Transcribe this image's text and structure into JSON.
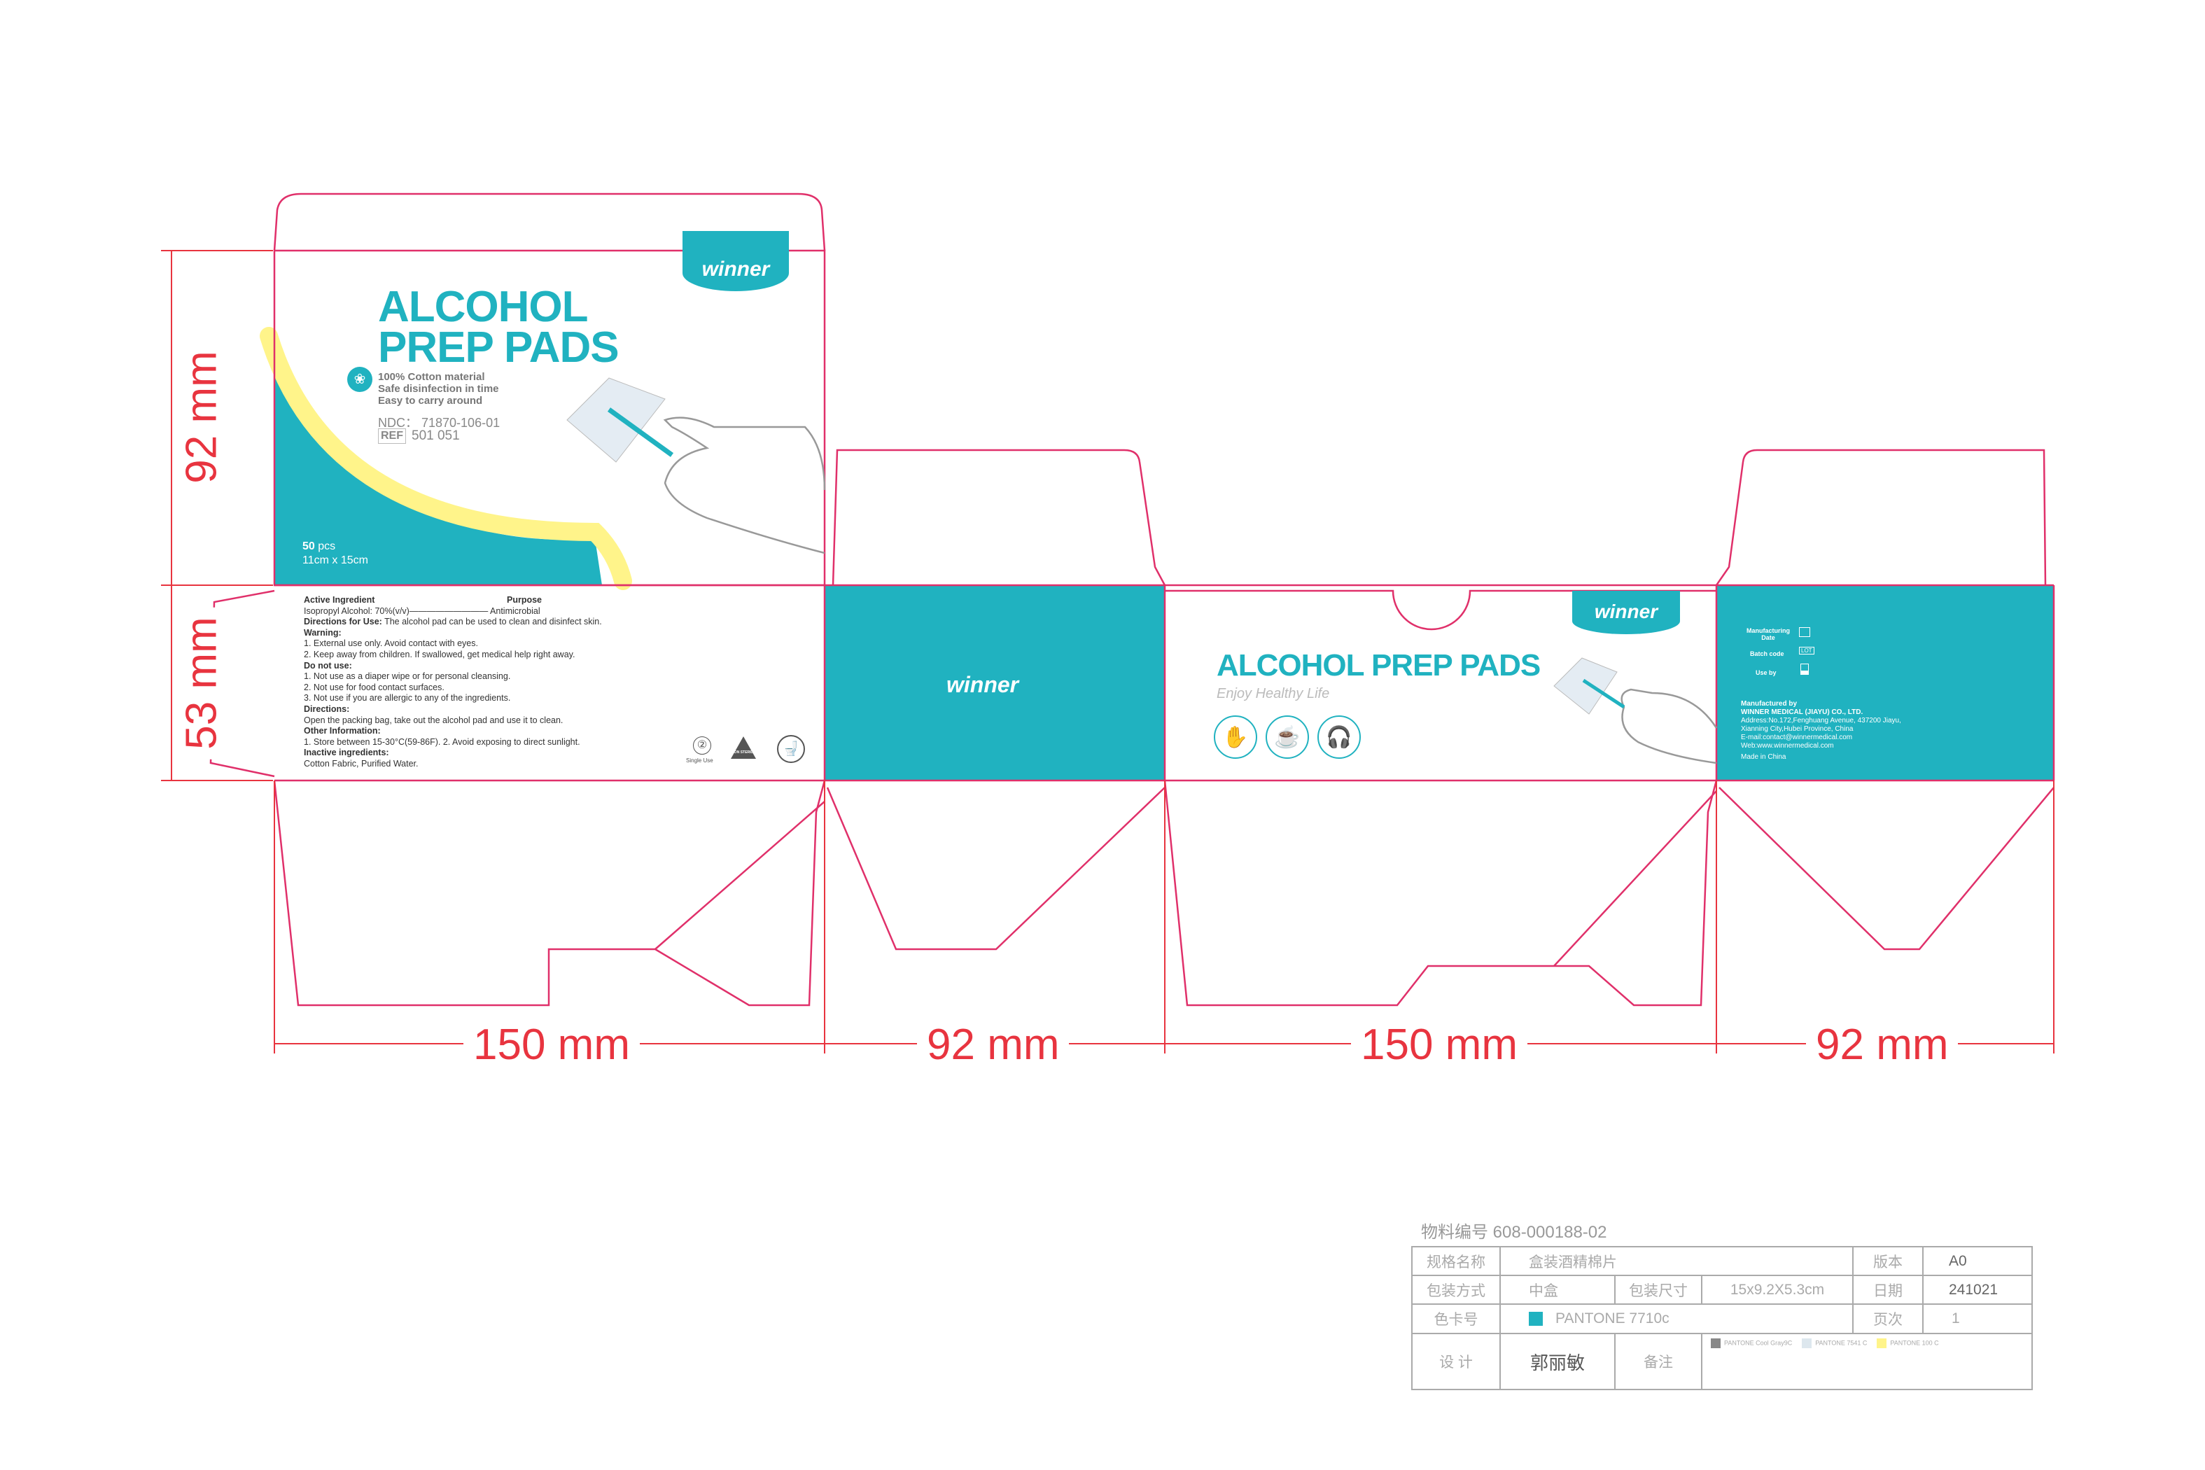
{
  "colors": {
    "teal": "#20b2c0",
    "yellow": "#fff48a",
    "dieline": "#e0306a",
    "dimension": "#e8343f"
  },
  "brand": "winner",
  "front": {
    "title_line1": "ALCOHOL",
    "title_line2": "PREP PADS",
    "features": [
      "100% Cotton material",
      "Safe disinfection in time",
      "Easy to carry around"
    ],
    "ndc": "NDC：  71870-106-01",
    "ref_label": "REF",
    "ref_value": "501 051",
    "count": "50",
    "count_unit": "pcs",
    "size": "11cm x 15cm"
  },
  "back": {
    "active_ingredient_label": "Active Ingredient",
    "purpose_label": "Purpose",
    "ingredient_line": "Isopropyl Alcohol: 70%(v/v)————————— Antimicrobial",
    "directions_for_use_label": "Directions for Use:",
    "directions_for_use": " The alcohol pad can be used to clean and disinfect skin.",
    "warning_label": "Warning:",
    "warnings": [
      "1. External use only. Avoid contact with eyes.",
      "2. Keep away from children. If swallowed, get medical help right away."
    ],
    "do_not_use_label": "Do not use:",
    "do_not_use": [
      "1. Not use as a diaper wipe or for personal cleansing.",
      "2. Not use for food contact surfaces.",
      "3. Not use if you are allergic to any of the ingredients."
    ],
    "directions_label": "Directions:",
    "directions": "Open the packing bag, take out the alcohol pad and use it to clean.",
    "other_info_label": "Other Information:",
    "other_info": "1. Store between 15-30°C(59-86F). 2. Avoid exposing to direct sunlight.",
    "inactive_label": "Inactive ingredients:",
    "inactive": "Cotton Fabric, Purified Water.",
    "symbols": {
      "single_use": "Single Use",
      "non_sterile": "NON STERILE"
    }
  },
  "main": {
    "title": "ALCOHOL PREP PADS",
    "tagline": "Enjoy Healthy Life"
  },
  "side": {
    "mfg_date": "Manufacturing Date",
    "batch": "Batch code",
    "lot": "LOT",
    "use_by": "Use by",
    "manufactured_by": "Manufactured by",
    "company": "WINNER MEDICAL (JIAYU) CO., LTD.",
    "address1": "Address:No.172,Fenghuang Avenue, 437200 Jiayu,",
    "address2": "Xianning City,Hubei Province, China",
    "email": "E-mail:contact@winnermedical.com",
    "web": "Web:www.winnermedical.com",
    "origin": "Made in China"
  },
  "dimensions": {
    "h1": "92 mm",
    "h2": "53 mm",
    "w1": "150 mm",
    "w2": "92 mm",
    "w3": "150 mm",
    "w4": "92 mm"
  },
  "title_block": {
    "material_no": "物料编号 608-000188-02",
    "spec_label": "规格名称",
    "spec_value": "盒装酒精棉片",
    "version_label": "版本",
    "version_value": "A0",
    "pack_label": "包装方式",
    "pack_value": "中盒",
    "size_label": "包装尺寸",
    "size_value": "15x9.2X5.3cm",
    "date_label": "日期",
    "date_value": "241021",
    "color_label": "色卡号",
    "color_value": "PANTONE  7710c",
    "page_label": "页次",
    "page_value": "1",
    "design_label": "设  计",
    "designer": "郭丽敏",
    "remark_label": "备注",
    "swatches": [
      "PANTONE  Cool Gray9C",
      "PANTONE  7541 C",
      "PANTONE  100 C"
    ]
  }
}
